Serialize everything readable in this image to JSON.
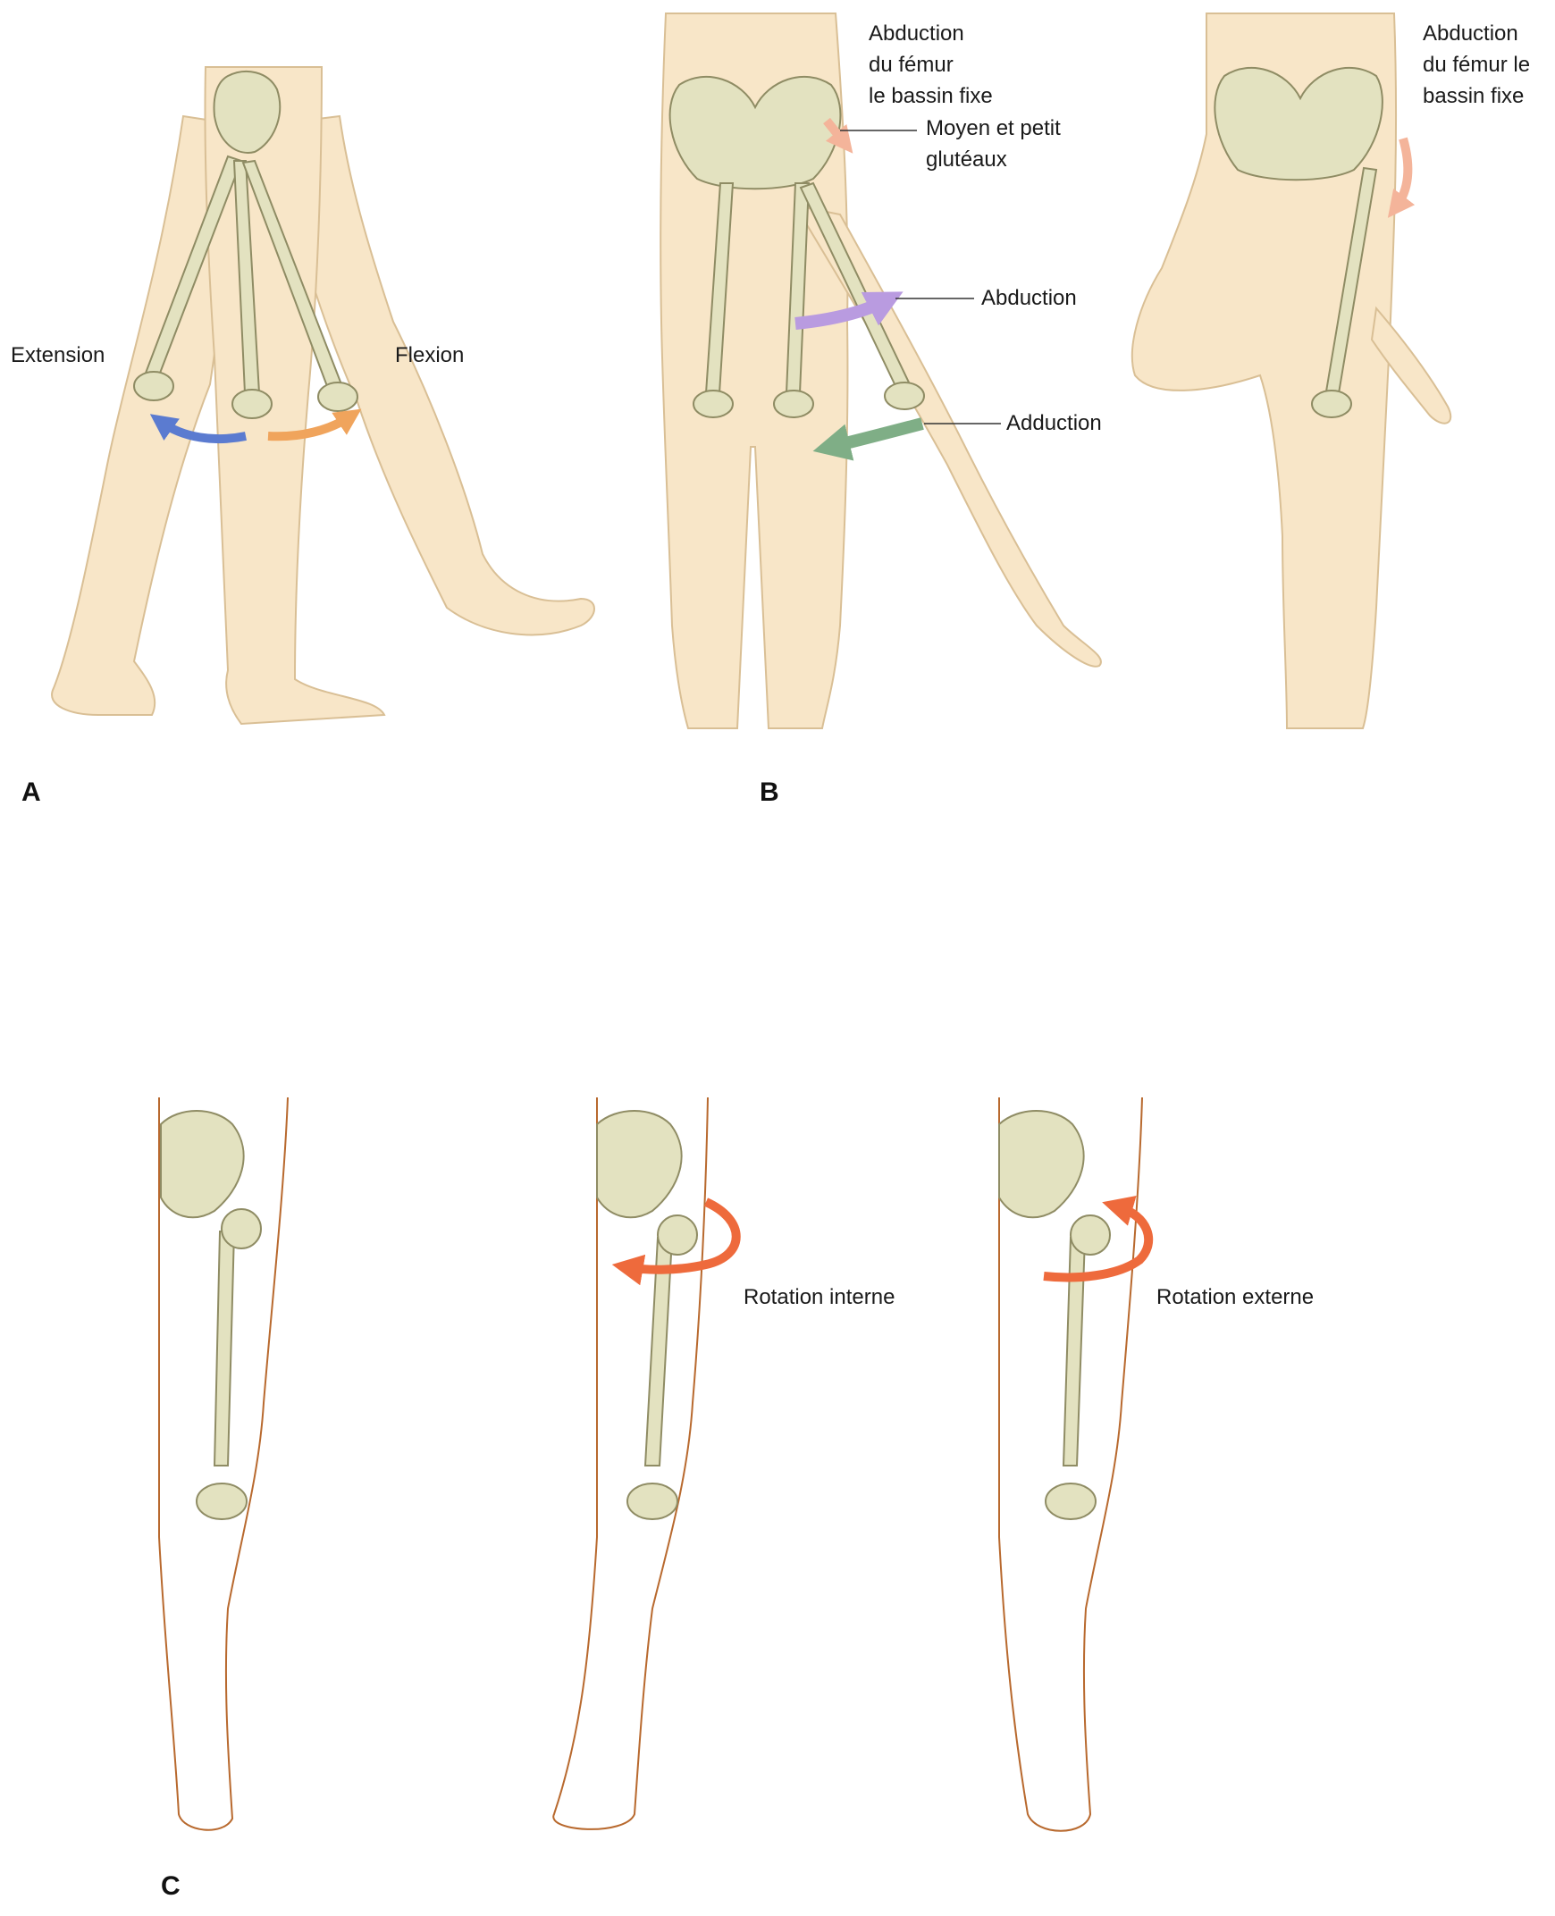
{
  "panels": {
    "a": "A",
    "b": "B",
    "c": "C"
  },
  "panel_a": {
    "extension": "Extension",
    "flexion": "Flexion"
  },
  "panel_b": {
    "abduction_fixed_pelvis_lines": [
      "Abduction",
      "du fémur",
      "le bassin fixe"
    ],
    "gluteus_lines": [
      "Moyen et petit",
      "glutéaux"
    ],
    "abduction": "Abduction",
    "adduction": "Adduction",
    "abduction_right_lines": [
      "Abduction",
      "du fémur le",
      "bassin fixe"
    ]
  },
  "panel_c": {
    "internal_rotation": "Rotation interne",
    "external_rotation": "Rotation externe"
  },
  "colors": {
    "skin": "#f8e6c8",
    "skin_outline": "#d9bf95",
    "bone": "#e3e2c0",
    "bone_outline": "#8f8c64",
    "extension_arrow": "#5b7bd0",
    "flexion_arrow": "#f0a45c",
    "abduction_arrow": "#b99be0",
    "adduction_arrow": "#7fae86",
    "gluteus_arrow": "#f4b49a",
    "rotation_arrow": "#ee6a3c",
    "leg_outline_c": "#b8692e"
  }
}
